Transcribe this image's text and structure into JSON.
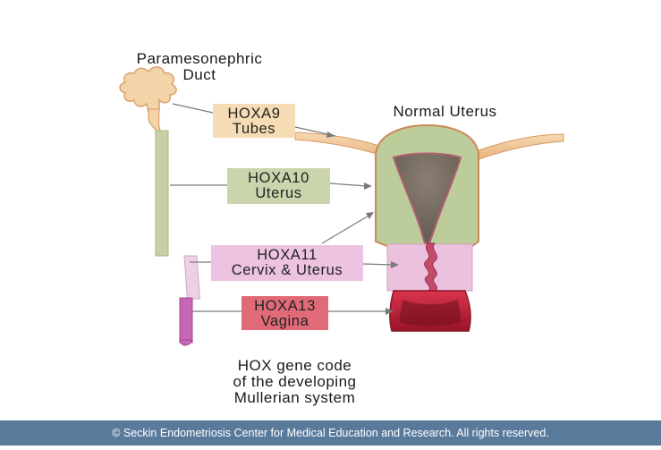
{
  "labels": {
    "duct_line1": "Paramesonephric",
    "duct_line2": "Duct",
    "uterus": "Normal Uterus",
    "caption_line1": "HOX gene code",
    "caption_line2": "of the developing",
    "caption_line3": "Mullerian system"
  },
  "boxes": [
    {
      "gene": "HOXA9",
      "region": "Tubes",
      "color": "#f5dcb4"
    },
    {
      "gene": "HOXA10",
      "region": "Uterus",
      "color": "#cbd5ad"
    },
    {
      "gene": "HOXA11",
      "region": "Cervix & Uterus",
      "color": "#ecc3e1"
    },
    {
      "gene": "HOXA13",
      "region": "Vagina",
      "color": "#e16a78"
    }
  ],
  "colors": {
    "tube_orange": "#f0c795",
    "uterus_green": "#bccc9a",
    "cervix_pink": "#ebc1dd",
    "vagina_red": "#c4283c",
    "duct_magenta": "#c766b5",
    "footer_bg": "#5a7a9c"
  },
  "footer": {
    "text": "© Seckin Endometriosis Center for Medical Education and Research. All rights reserved."
  }
}
